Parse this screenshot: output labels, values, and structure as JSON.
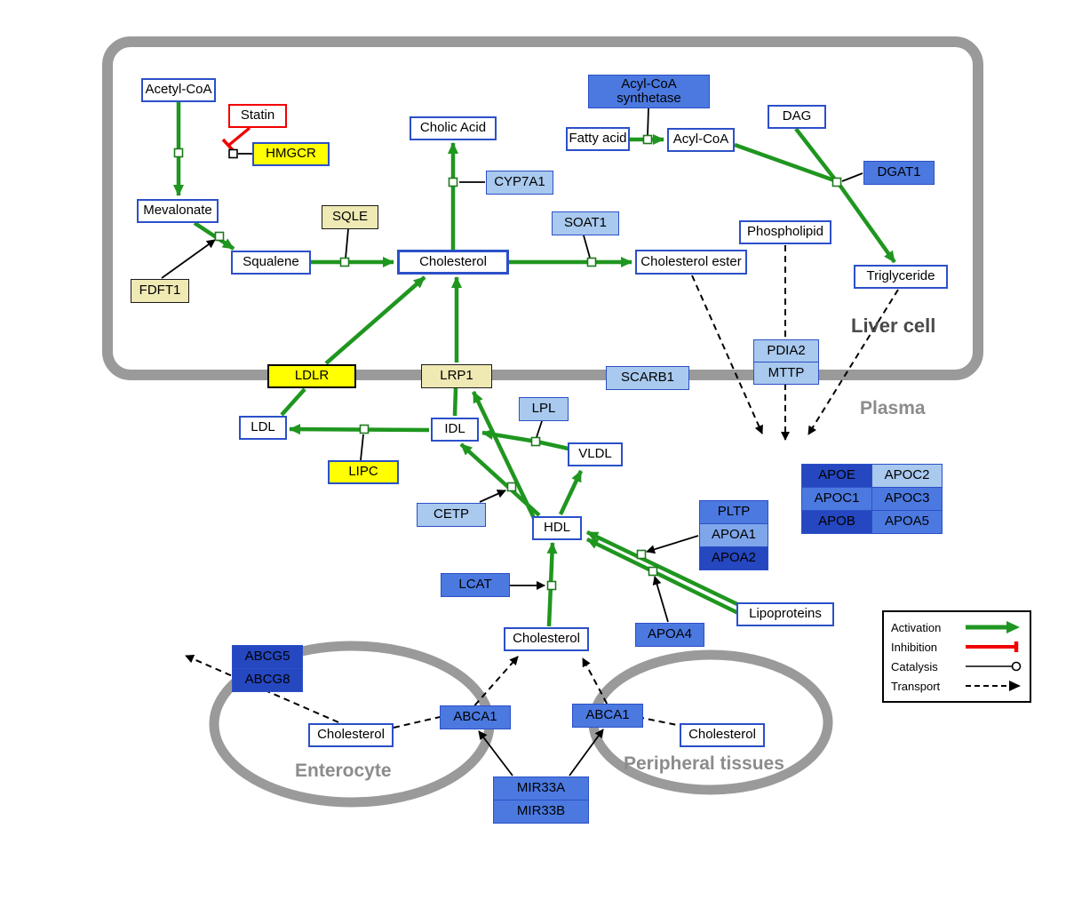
{
  "regions": {
    "liver": "Liver cell",
    "plasma": "Plasma",
    "enterocyte": "Enterocyte",
    "peripheral": "Peripheral tissues"
  },
  "nodes": {
    "acetyl_coa": {
      "label": "Acetyl-CoA"
    },
    "statin": {
      "label": "Statin"
    },
    "hmgcr": {
      "label": "HMGCR"
    },
    "mevalonate": {
      "label": "Mevalonate"
    },
    "sqle": {
      "label": "SQLE"
    },
    "fdft1": {
      "label": "FDFT1"
    },
    "squalene": {
      "label": "Squalene"
    },
    "cholesterol_liver": {
      "label": "Cholesterol"
    },
    "cholic_acid": {
      "label": "Cholic Acid"
    },
    "cyp7a1": {
      "label": "CYP7A1"
    },
    "acyl_coa_synthetase": {
      "label": "Acyl-CoA synthetase"
    },
    "fatty_acid": {
      "label": "Fatty acid"
    },
    "acyl_coa": {
      "label": "Acyl-CoA"
    },
    "dag": {
      "label": "DAG"
    },
    "dgat1": {
      "label": "DGAT1"
    },
    "soat1": {
      "label": "SOAT1"
    },
    "cholesterol_ester": {
      "label": "Cholesterol ester"
    },
    "phospholipid": {
      "label": "Phospholipid"
    },
    "triglyceride": {
      "label": "Triglyceride"
    },
    "pdia2": {
      "label": "PDIA2"
    },
    "mttp": {
      "label": "MTTP"
    },
    "ldlr": {
      "label": "LDLR"
    },
    "lrp1": {
      "label": "LRP1"
    },
    "scarb1": {
      "label": "SCARB1"
    },
    "ldl": {
      "label": "LDL"
    },
    "idl": {
      "label": "IDL"
    },
    "lpl": {
      "label": "LPL"
    },
    "vldl": {
      "label": "VLDL"
    },
    "lipc": {
      "label": "LIPC"
    },
    "cetp": {
      "label": "CETP"
    },
    "hdl": {
      "label": "HDL"
    },
    "pltp": {
      "label": "PLTP"
    },
    "apoa1": {
      "label": "APOA1"
    },
    "apoa2": {
      "label": "APOA2"
    },
    "lcat": {
      "label": "LCAT"
    },
    "apoa4": {
      "label": "APOA4"
    },
    "lipoproteins": {
      "label": "Lipoproteins"
    },
    "apoe": {
      "label": "APOE"
    },
    "apoc2": {
      "label": "APOC2"
    },
    "apoc1": {
      "label": "APOC1"
    },
    "apoc3": {
      "label": "APOC3"
    },
    "apob": {
      "label": "APOB"
    },
    "apoa5": {
      "label": "APOA5"
    },
    "cholesterol_plasma": {
      "label": "Cholesterol"
    },
    "abcg5": {
      "label": "ABCG5"
    },
    "abcg8": {
      "label": "ABCG8"
    },
    "cholesterol_enterocyte": {
      "label": "Cholesterol"
    },
    "abca1_enterocyte": {
      "label": "ABCA1"
    },
    "abca1_peripheral": {
      "label": "ABCA1"
    },
    "cholesterol_peripheral": {
      "label": "Cholesterol"
    },
    "mir33a": {
      "label": "MIR33A"
    },
    "mir33b": {
      "label": "MIR33B"
    }
  },
  "legend": {
    "items": [
      {
        "label": "Activation"
      },
      {
        "label": "Inhibition"
      },
      {
        "label": "Catalysis"
      },
      {
        "label": "Transport"
      }
    ]
  },
  "colors": {
    "activation": "#1f961f",
    "inhibition": "#f20000",
    "transport": "#000000",
    "membrane": "#9a9a9a",
    "metabolite_border": "#2b50c8",
    "gene_light": "#a9c9ee",
    "gene_medium": "#4b79e0",
    "gene_dark": "#2547c0",
    "highlight_yellow": "#ffff00",
    "pale_yellow": "#efe9b4"
  }
}
